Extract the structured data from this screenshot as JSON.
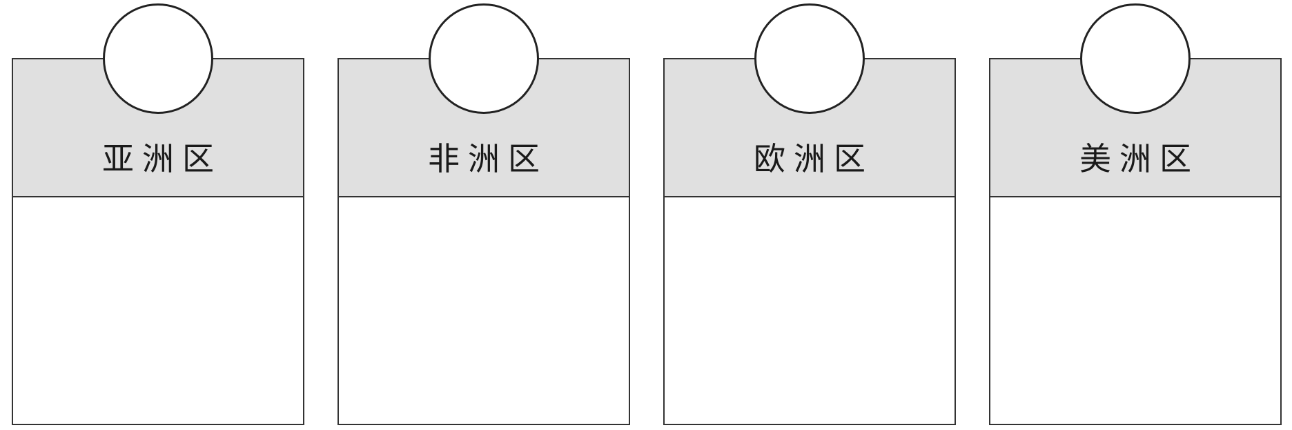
{
  "regions": [
    {
      "label": "亚洲区"
    },
    {
      "label": "非洲区"
    },
    {
      "label": "欧洲区"
    },
    {
      "label": "美洲区"
    }
  ]
}
